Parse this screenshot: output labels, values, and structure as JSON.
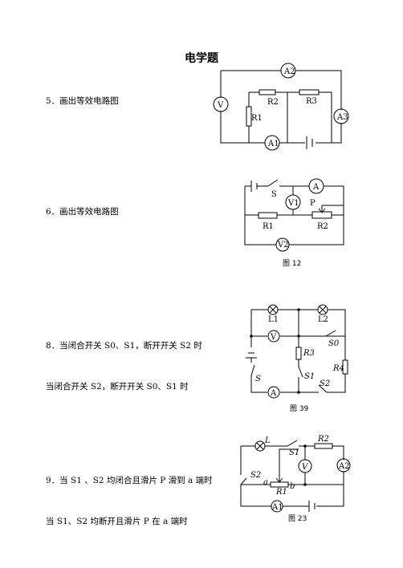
{
  "page": {
    "title": "电学题"
  },
  "questions": [
    {
      "number": "5",
      "lines": [
        "5．画出等效电路图"
      ]
    },
    {
      "number": "6",
      "lines": [
        "6．画出等效电路图"
      ]
    },
    {
      "number": "8",
      "lines": [
        "8．当闭合开关 S0、S1，断开开关 S2 时",
        "当闭合开关 S2，断开开关 S0、S1 时"
      ]
    },
    {
      "number": "9",
      "lines": [
        "9．当 S1 、S2 均闭合且滑片 P 滑到 a 端时",
        "当 S1、S2 均断开且滑片 P 在 a 端时"
      ]
    }
  ],
  "circuits": {
    "q5": {
      "labels": [
        "A2",
        "R2",
        "R3",
        "V",
        "R1",
        "A3",
        "A1"
      ]
    },
    "q6": {
      "labels": [
        "S",
        "A",
        "V1",
        "P",
        "R1",
        "R2",
        "V2"
      ],
      "caption": "图 12"
    },
    "q8": {
      "labels": [
        "L1",
        "L2",
        "V",
        "S0",
        "R3",
        "R4",
        "S1",
        "S",
        "S2",
        "A"
      ],
      "caption": "图 39"
    },
    "q9": {
      "labels": [
        "L",
        "S1",
        "R2",
        "V",
        "A2",
        "S2",
        "a",
        "R1",
        "b",
        "A1"
      ],
      "caption": "图 23"
    }
  }
}
